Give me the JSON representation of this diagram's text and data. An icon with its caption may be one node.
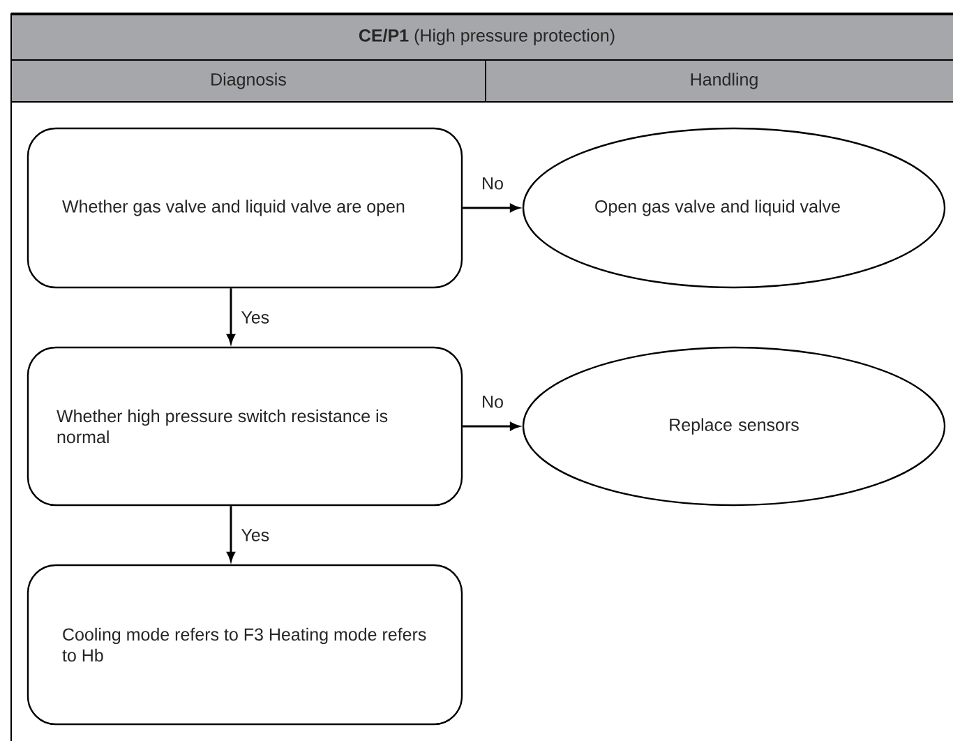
{
  "diagram": {
    "title": "**CE/P1** (High pressure protection)",
    "nodes": [
      {
        "text": [
          "Whether gas valve and liquid valve are open"
        ]
      },
      {
        "text": [
          "Open gas valve and liquid valve"
        ]
      },
      {
        "text": [
          "Whether high pressure switch resistance is normal"
        ]
      },
      {
        "text": [
          "Replace sensors"
        ]
      },
      {
        "text": [
          "Cooling mode refers to F3 Heating mode refers to Hb"
        ]
      }
    ],
    "edges": [
      {
        "from": 0,
        "to": 1,
        "arrow": "to",
        "label": "No"
      },
      {
        "from": 0,
        "to": 2,
        "arrow": "to",
        "label": "Yes"
      },
      {
        "from": 2,
        "to": 3,
        "arrow": "to",
        "label": "No"
      },
      {
        "from": 2,
        "to": 4,
        "arrow": "to",
        "label": "Yes"
      }
    ],
    "labels": [
      "Diagnosis",
      "Handling"
    ]
  }
}
